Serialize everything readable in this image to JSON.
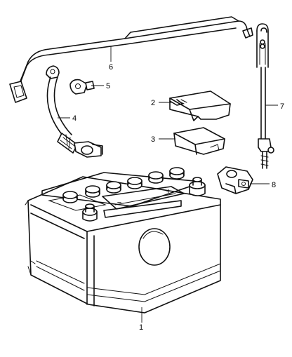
{
  "diagram": {
    "callouts": [
      {
        "id": "1",
        "label": "1"
      },
      {
        "id": "2",
        "label": "2"
      },
      {
        "id": "3",
        "label": "3"
      },
      {
        "id": "4",
        "label": "4"
      },
      {
        "id": "5",
        "label": "5"
      },
      {
        "id": "6",
        "label": "6"
      },
      {
        "id": "7",
        "label": "7"
      },
      {
        "id": "8",
        "label": "8"
      }
    ],
    "terminal_marks": {
      "positive": "+",
      "negative": "−"
    }
  }
}
